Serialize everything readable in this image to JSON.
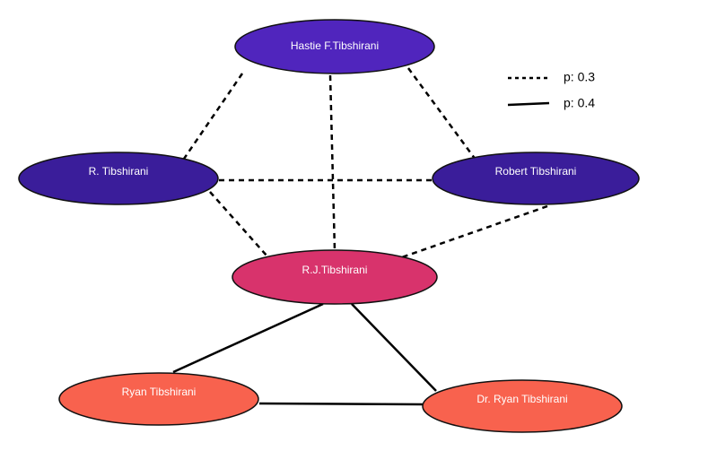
{
  "legend": [
    {
      "style": "dashed",
      "label": "p: 0.3"
    },
    {
      "style": "solid",
      "label": "p: 0.4"
    }
  ],
  "nodes": {
    "hastie": {
      "label": "Hastie F.Tibshirani",
      "color": "#5025bd"
    },
    "r": {
      "label": "R. Tibshirani",
      "color": "#3a1d9a"
    },
    "robert": {
      "label": "Robert Tibshirani",
      "color": "#3a1d9a"
    },
    "rj": {
      "label": "R.J.Tibshirani",
      "color": "#d8336c"
    },
    "ryan": {
      "label": "Ryan Tibshirani",
      "color": "#f8624e"
    },
    "dr_ryan": {
      "label": "Dr. Ryan Tibshirani",
      "color": "#f8624e"
    }
  },
  "edges": [
    {
      "from": "hastie",
      "to": "r",
      "style": "dashed"
    },
    {
      "from": "hastie",
      "to": "rj",
      "style": "dashed"
    },
    {
      "from": "hastie",
      "to": "robert",
      "style": "dashed"
    },
    {
      "from": "r",
      "to": "robert",
      "style": "dashed"
    },
    {
      "from": "r",
      "to": "rj",
      "style": "dashed"
    },
    {
      "from": "robert",
      "to": "rj",
      "style": "dashed"
    },
    {
      "from": "rj",
      "to": "ryan",
      "style": "solid"
    },
    {
      "from": "rj",
      "to": "dr_ryan",
      "style": "solid"
    },
    {
      "from": "ryan",
      "to": "dr_ryan",
      "style": "solid"
    }
  ]
}
